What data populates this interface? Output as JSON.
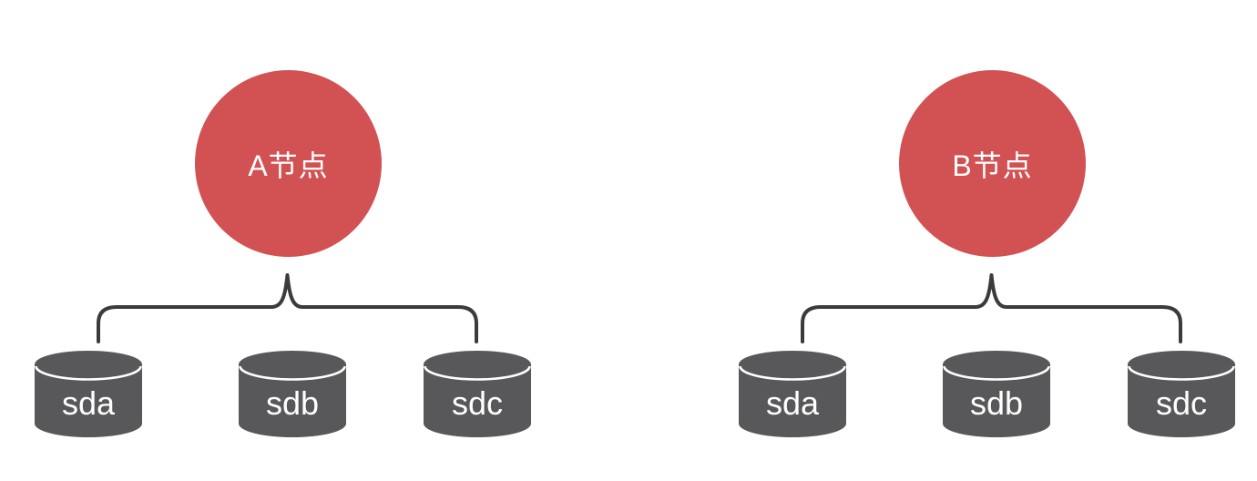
{
  "diagram": {
    "type": "cluster-topology",
    "background": "#FFFFFF",
    "colors": {
      "node_fill": "#D25153",
      "node_text": "#FFFFFF",
      "disk_fill": "#58585A",
      "disk_text": "#FFFFFF",
      "brace_stroke": "#3B3B3D"
    },
    "nodes": [
      {
        "id": "A",
        "label": "A节点",
        "disks": [
          "sda",
          "sdb",
          "sdc"
        ]
      },
      {
        "id": "B",
        "label": "B节点",
        "disks": [
          "sda",
          "sdb",
          "sdc"
        ]
      }
    ]
  }
}
